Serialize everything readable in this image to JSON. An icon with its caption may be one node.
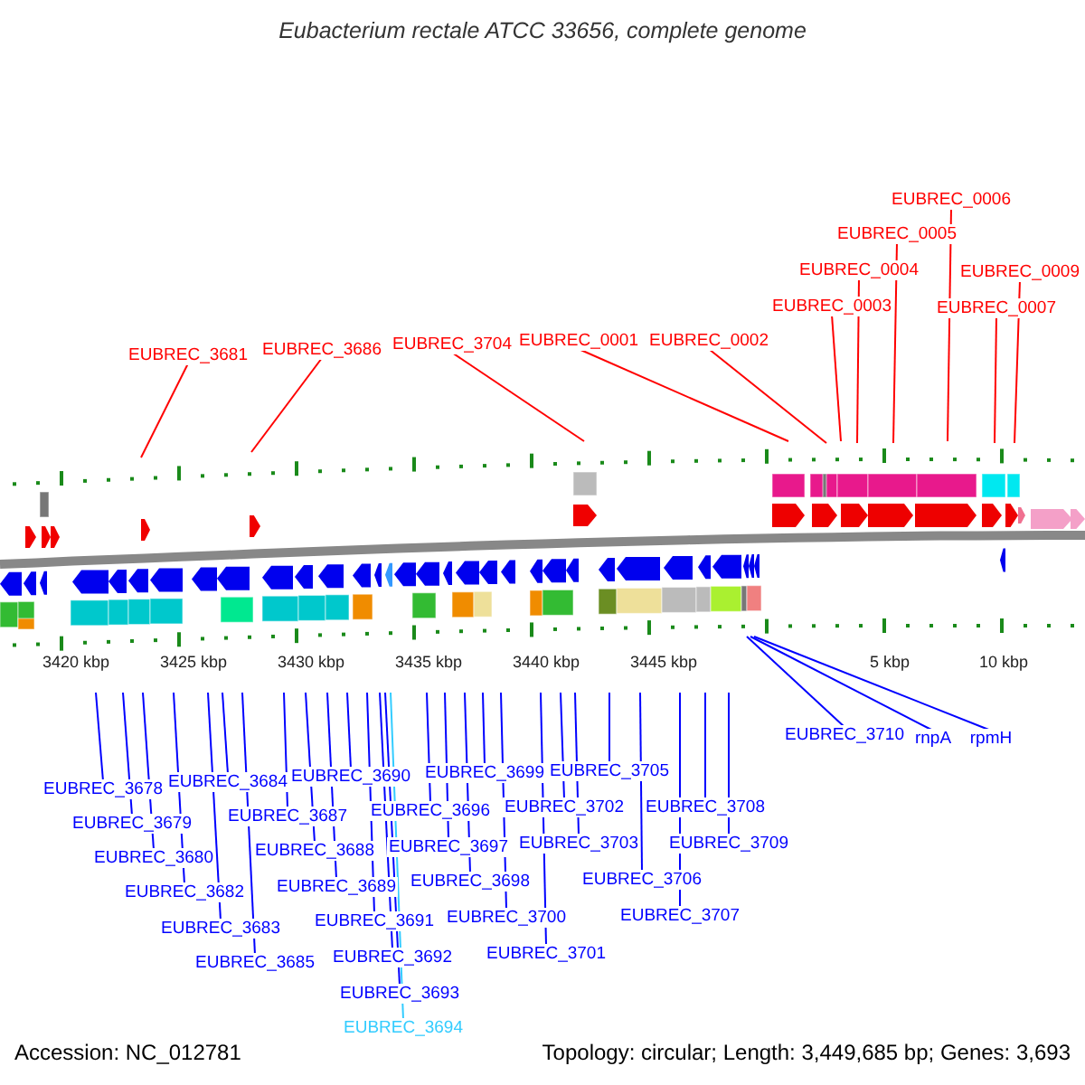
{
  "diagram": {
    "title": "Eubacterium rectale ATCC 33656, complete genome",
    "nodes": [
      {
        "text": [
          "EUBREC_3681"
        ]
      },
      {
        "text": [
          "EUBREC_3686"
        ]
      },
      {
        "text": [
          "EUBREC_3704"
        ]
      },
      {
        "text": [
          "EUBREC_0001"
        ]
      },
      {
        "text": [
          "EUBREC_0002"
        ]
      },
      {
        "text": [
          "EUBREC_0003"
        ]
      },
      {
        "text": [
          "EUBREC_0004"
        ]
      },
      {
        "text": [
          "EUBREC_0005"
        ]
      },
      {
        "text": [
          "EUBREC_0006"
        ]
      },
      {
        "text": [
          "EUBREC_0007"
        ]
      },
      {
        "text": [
          "EUBREC_0009"
        ]
      },
      {
        "text": [
          "EUBREC_3678"
        ]
      },
      {
        "text": [
          "EUBREC_3679"
        ]
      },
      {
        "text": [
          "EUBREC_3680"
        ]
      },
      {
        "text": [
          "EUBREC_3682"
        ]
      },
      {
        "text": [
          "EUBREC_3683"
        ]
      },
      {
        "text": [
          "EUBREC_3684"
        ]
      },
      {
        "text": [
          "EUBREC_3685"
        ]
      },
      {
        "text": [
          "EUBREC_3687"
        ]
      },
      {
        "text": [
          "EUBREC_3688"
        ]
      },
      {
        "text": [
          "EUBREC_3689"
        ]
      },
      {
        "text": [
          "EUBREC_3690"
        ]
      },
      {
        "text": [
          "EUBREC_3691"
        ]
      },
      {
        "text": [
          "EUBREC_3692"
        ]
      },
      {
        "text": [
          "EUBREC_3693"
        ]
      },
      {
        "text": [
          "EUBREC_3694"
        ]
      },
      {
        "text": [
          "EUBREC_3696"
        ]
      },
      {
        "text": [
          "EUBREC_3697"
        ]
      },
      {
        "text": [
          "EUBREC_3698"
        ]
      },
      {
        "text": [
          "EUBREC_3699"
        ]
      },
      {
        "text": [
          "EUBREC_3700"
        ]
      },
      {
        "text": [
          "EUBREC_3701"
        ]
      },
      {
        "text": [
          "EUBREC_3702"
        ]
      },
      {
        "text": [
          "EUBREC_3703"
        ]
      },
      {
        "text": [
          "EUBREC_3705"
        ]
      },
      {
        "text": [
          "EUBREC_3706"
        ]
      },
      {
        "text": [
          "EUBREC_3707"
        ]
      },
      {
        "text": [
          "EUBREC_3708"
        ]
      },
      {
        "text": [
          "EUBREC_3709"
        ]
      },
      {
        "text": [
          "EUBREC_3710"
        ]
      },
      {
        "text": [
          "rnpA"
        ]
      },
      {
        "text": [
          "rpmH"
        ]
      }
    ],
    "edges": [
      {
        "from": 0,
        "to": null,
        "arrow": "none",
        "color": "#ff0000"
      },
      {
        "from": 1,
        "to": null,
        "arrow": "none",
        "color": "#ff0000"
      },
      {
        "from": 2,
        "to": null,
        "arrow": "none",
        "color": "#ff0000"
      },
      {
        "from": 3,
        "to": null,
        "arrow": "none",
        "color": "#ff0000"
      },
      {
        "from": 4,
        "to": null,
        "arrow": "none",
        "color": "#ff0000"
      },
      {
        "from": 5,
        "to": null,
        "arrow": "none",
        "color": "#ff0000"
      },
      {
        "from": 6,
        "to": null,
        "arrow": "none",
        "color": "#ff0000"
      },
      {
        "from": 7,
        "to": null,
        "arrow": "none",
        "color": "#ff0000"
      },
      {
        "from": 8,
        "to": null,
        "arrow": "none",
        "color": "#ff0000"
      },
      {
        "from": 9,
        "to": null,
        "arrow": "none",
        "color": "#ff0000"
      },
      {
        "from": 10,
        "to": null,
        "arrow": "none",
        "color": "#ff0000"
      },
      {
        "from": 11,
        "to": null,
        "arrow": "none"
      },
      {
        "from": 12,
        "to": null,
        "arrow": "none"
      },
      {
        "from": 13,
        "to": null,
        "arrow": "none"
      },
      {
        "from": 14,
        "to": null,
        "arrow": "none"
      },
      {
        "from": 15,
        "to": null,
        "arrow": "none"
      },
      {
        "from": 16,
        "to": null,
        "arrow": "none"
      },
      {
        "from": 17,
        "to": null,
        "arrow": "none"
      },
      {
        "from": 18,
        "to": null,
        "arrow": "none"
      },
      {
        "from": 19,
        "to": null,
        "arrow": "none"
      },
      {
        "from": 20,
        "to": null,
        "arrow": "none"
      },
      {
        "from": 21,
        "to": null,
        "arrow": "none"
      },
      {
        "from": 22,
        "to": null,
        "arrow": "none"
      },
      {
        "from": 23,
        "to": null,
        "arrow": "none"
      },
      {
        "from": 24,
        "to": null,
        "arrow": "none"
      },
      {
        "from": 25,
        "to": null,
        "arrow": "none",
        "color": "#33ccff"
      },
      {
        "from": 26,
        "to": null,
        "arrow": "none"
      },
      {
        "from": 27,
        "to": null,
        "arrow": "none"
      },
      {
        "from": 28,
        "to": null,
        "arrow": "none"
      },
      {
        "from": 29,
        "to": null,
        "arrow": "none"
      },
      {
        "from": 30,
        "to": null,
        "arrow": "none"
      },
      {
        "from": 31,
        "to": null,
        "arrow": "none"
      },
      {
        "from": 32,
        "to": null,
        "arrow": "none"
      },
      {
        "from": 33,
        "to": null,
        "arrow": "none"
      },
      {
        "from": 34,
        "to": null,
        "arrow": "none"
      },
      {
        "from": 35,
        "to": null,
        "arrow": "none"
      },
      {
        "from": 36,
        "to": null,
        "arrow": "none"
      },
      {
        "from": 37,
        "to": null,
        "arrow": "none"
      },
      {
        "from": 38,
        "to": null,
        "arrow": "none"
      },
      {
        "from": 39,
        "to": null,
        "arrow": "none"
      },
      {
        "from": 40,
        "to": null,
        "arrow": "none"
      },
      {
        "from": 41,
        "to": null,
        "arrow": "none"
      }
    ],
    "labels": [
      "3420 kbp",
      "3425 kbp",
      "3430 kbp",
      "3435 kbp",
      "3440 kbp",
      "3445 kbp",
      "5 kbp",
      "10 kbp",
      "Accession: NC_012781",
      "Topology: circular; Length: 3,449,685 bp; Genes: 3,693"
    ]
  }
}
